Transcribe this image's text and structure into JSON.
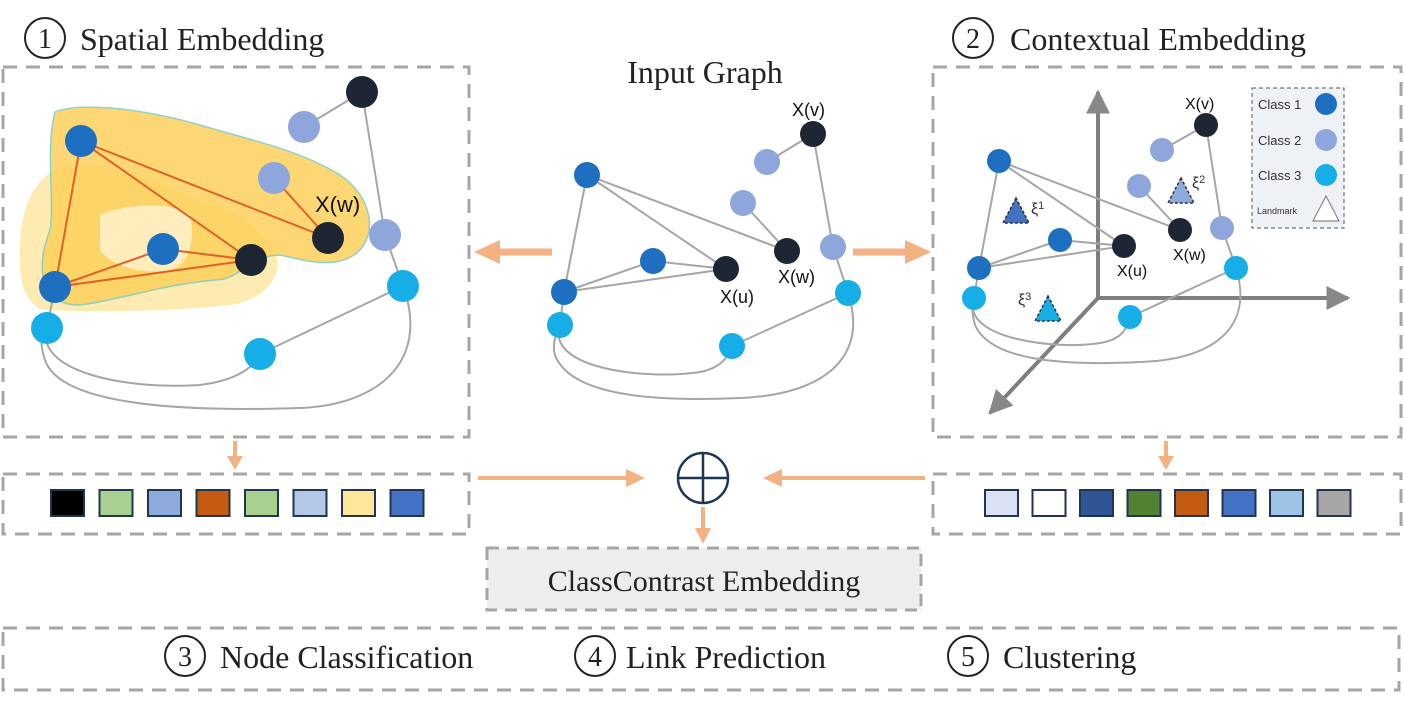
{
  "colors": {
    "class1": "#1e6fbf",
    "class2": "#8ea6dc",
    "class3": "#17aee8",
    "dark": "#1f2633",
    "arrow": "#f4b183",
    "highlight": "#fbd46b",
    "red_edge": "#e0602a",
    "box_dash": "#a6a6a6"
  },
  "spatial": {
    "num": "1",
    "title": "Spatial Embedding",
    "xw": "X(w)"
  },
  "input": {
    "title": "Input Graph",
    "xv": "X(v)",
    "xw": "X(w)",
    "xu": "X(u)"
  },
  "contextual": {
    "num": "2",
    "title": "Contextual Embedding",
    "xv": "X(v)",
    "xw": "X(w)",
    "xu": "X(u)",
    "landmarks": [
      {
        "sym": "ξ",
        "sub": "1"
      },
      {
        "sym": "ξ",
        "sub": "2"
      },
      {
        "sym": "ξ",
        "sub": "3"
      }
    ],
    "legend": [
      {
        "label": "Class 1"
      },
      {
        "label": "Class 2"
      },
      {
        "label": "Class 3"
      },
      {
        "label": "Landmark"
      }
    ]
  },
  "spatial_vector": [
    "#000000",
    "#a9d08e",
    "#8ea9db",
    "#c55a11",
    "#a9d08e",
    "#b4c7e7",
    "#ffe699",
    "#4472c4"
  ],
  "contextual_vector": [
    "#d9e1f2",
    "#ffffff",
    "#2f5597",
    "#548235",
    "#c55a11",
    "#4472c4",
    "#9dc3e6",
    "#a6a6a6"
  ],
  "combined": {
    "label": "ClassContrast Embedding"
  },
  "tasks": [
    {
      "num": "3",
      "label": "Node Classification"
    },
    {
      "num": "4",
      "label": "Link Prediction"
    },
    {
      "num": "5",
      "label": "Clustering"
    }
  ]
}
